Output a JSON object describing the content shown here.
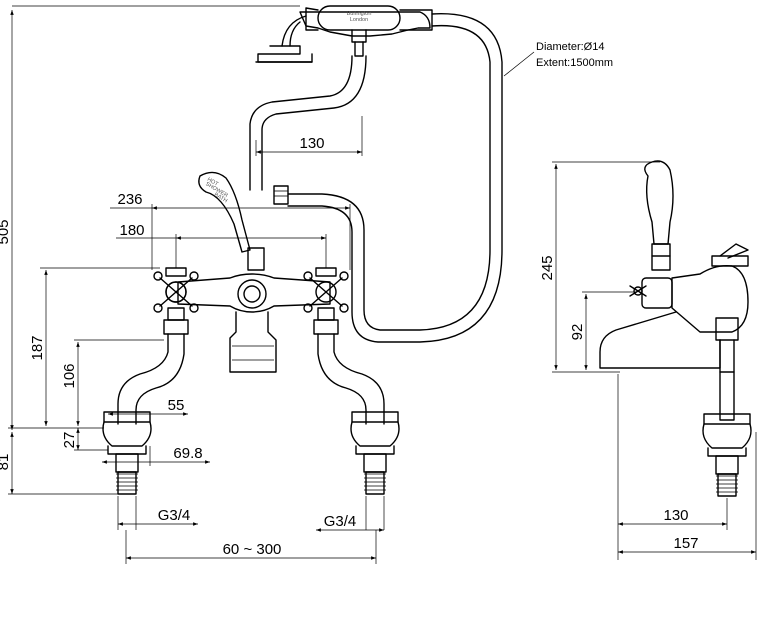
{
  "brand": {
    "handset_brand": "Burlington",
    "handset_sub": "London",
    "lever_text_top": "HOT",
    "lever_text_mid": "SHOWER",
    "lever_text_bot": "BATH"
  },
  "hose_note": {
    "line1": "Diameter:Ø14",
    "line2": "Extent:1500mm"
  },
  "front_dims": {
    "overall_height": "505",
    "shower_reach": "130",
    "span_236": "236",
    "span_180": "180",
    "h_187": "187",
    "h_106": "106",
    "h_27": "27",
    "h_81": "81",
    "w_55": "55",
    "w_69_8": "69.8",
    "thread_left": "G3/4",
    "thread_right": "G3/4",
    "centres": "60 ~ 300"
  },
  "side_dims": {
    "h_245": "245",
    "h_92": "92",
    "reach_130": "130",
    "depth_157": "157"
  }
}
